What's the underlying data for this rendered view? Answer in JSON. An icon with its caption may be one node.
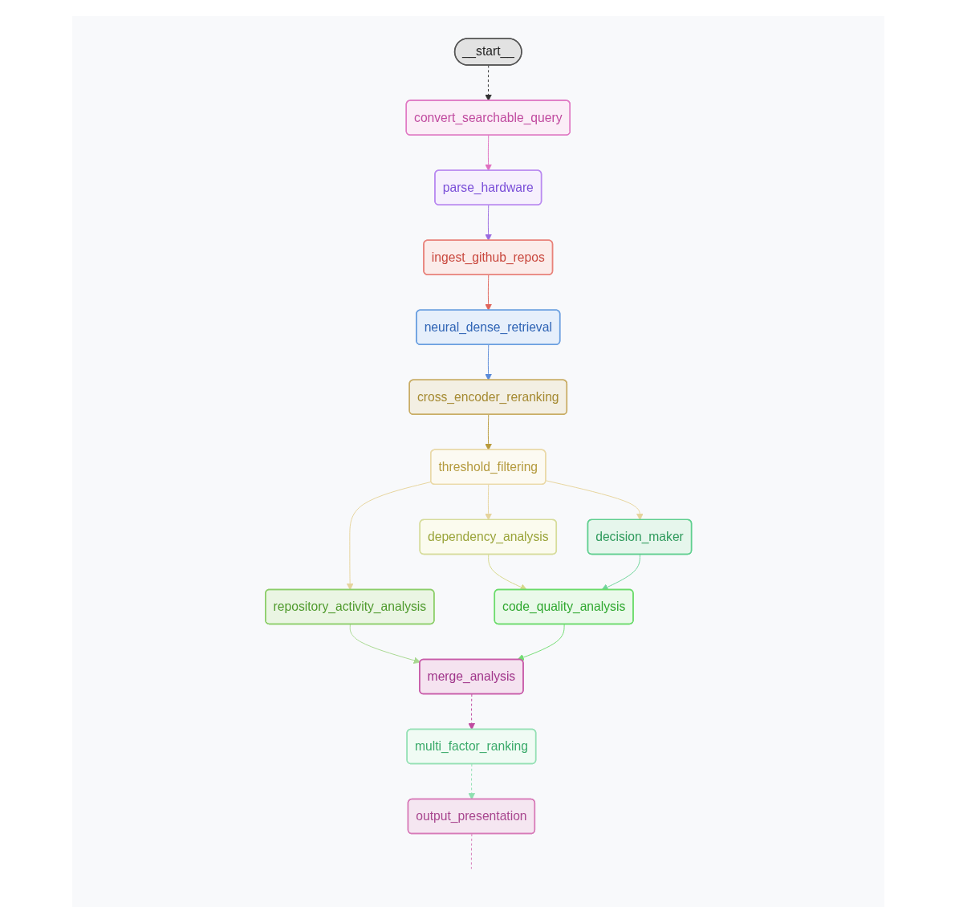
{
  "diagram": {
    "nodes": [
      {
        "text": [
          "__start__"
        ]
      },
      {
        "text": [
          "convert_searchable_query"
        ]
      },
      {
        "text": [
          "parse_hardware"
        ]
      },
      {
        "text": [
          "ingest_github_repos"
        ]
      },
      {
        "text": [
          "neural_dense_retrieval"
        ]
      },
      {
        "text": [
          "cross_encoder_reranking"
        ]
      },
      {
        "text": [
          "threshold_filtering"
        ]
      },
      {
        "text": [
          "repository_activity_analysis"
        ]
      },
      {
        "text": [
          "dependency_analysis"
        ]
      },
      {
        "text": [
          "decision_maker"
        ]
      },
      {
        "text": [
          "code_quality_analysis"
        ]
      },
      {
        "text": [
          "merge_analysis"
        ]
      },
      {
        "text": [
          "multi_factor_ranking"
        ]
      },
      {
        "text": [
          "output_presentation"
        ]
      }
    ],
    "edges": [
      {
        "from": 0,
        "to": 1,
        "arrow": "to",
        "style": "dashed",
        "color": "#333333"
      },
      {
        "from": 1,
        "to": 2,
        "arrow": "to",
        "color": "#e070c0"
      },
      {
        "from": 2,
        "to": 3,
        "arrow": "to",
        "color": "#9a6ae0"
      },
      {
        "from": 3,
        "to": 4,
        "arrow": "to",
        "color": "#e0645a"
      },
      {
        "from": 4,
        "to": 5,
        "arrow": "to",
        "color": "#5a8ad8"
      },
      {
        "from": 5,
        "to": 6,
        "arrow": "to",
        "color": "#b89a3a"
      },
      {
        "from": 6,
        "to": 7,
        "arrow": "to",
        "color": "#e6d49c"
      },
      {
        "from": 6,
        "to": 8,
        "arrow": "to",
        "color": "#e6d49c"
      },
      {
        "from": 6,
        "to": 9,
        "arrow": "to",
        "color": "#e6d49c"
      },
      {
        "from": 7,
        "to": 11,
        "arrow": "to",
        "color": "#a8d890"
      },
      {
        "from": 8,
        "to": 10,
        "arrow": "to",
        "color": "#d6d88a"
      },
      {
        "from": 9,
        "to": 10,
        "arrow": "to",
        "color": "#6fd49a"
      },
      {
        "from": 10,
        "to": 11,
        "arrow": "to",
        "color": "#72dc72"
      },
      {
        "from": 11,
        "to": 12,
        "arrow": "to",
        "style": "dashed",
        "color": "#c04aa0"
      },
      {
        "from": 12,
        "to": 13,
        "arrow": "to",
        "style": "dashed",
        "color": "#8ee0b0"
      },
      {
        "from": 13,
        "to": null,
        "arrow": "none",
        "style": "dashed",
        "color": "#d77ab8"
      }
    ]
  }
}
